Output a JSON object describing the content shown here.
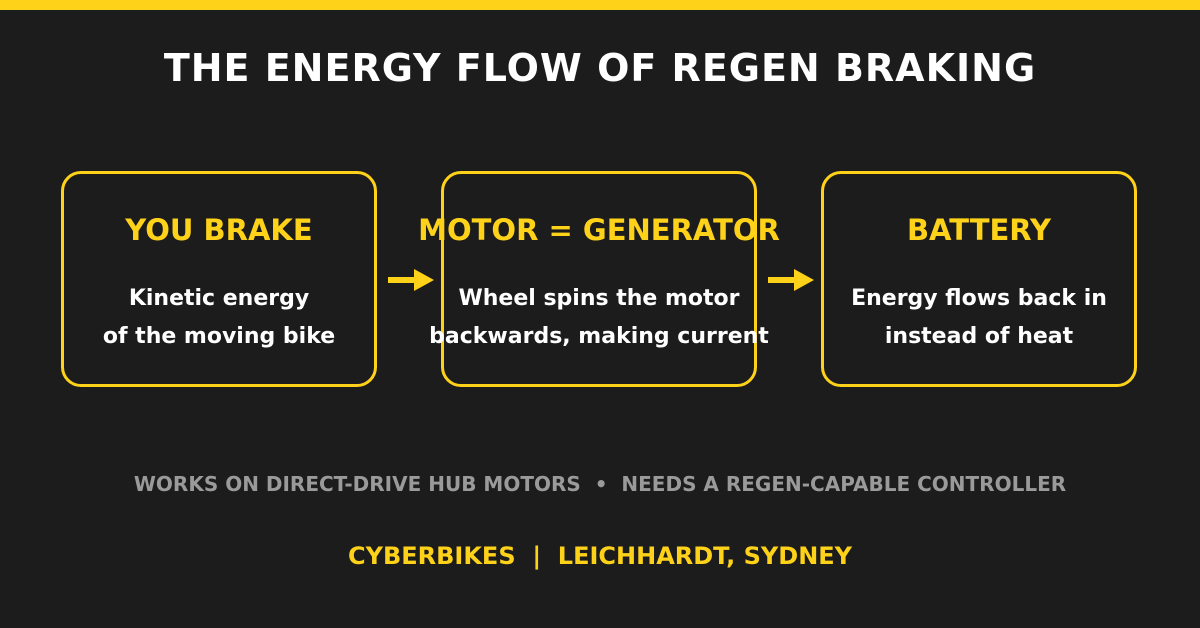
{
  "title": "THE ENERGY FLOW OF REGEN BRAKING",
  "steps": [
    {
      "heading": "YOU BRAKE",
      "body_lines": [
        "Kinetic energy",
        "of the moving bike"
      ]
    },
    {
      "heading": "MOTOR = GENERATOR",
      "body_lines": [
        "Wheel spins the motor",
        "backwards, making current"
      ]
    },
    {
      "heading": "BATTERY",
      "body_lines": [
        "Energy flows back in",
        "instead of heat"
      ]
    }
  ],
  "arrow_icon": "arrow-right-icon",
  "footnote": "WORKS ON DIRECT-DRIVE HUB MOTORS  •  NEEDS A REGEN-CAPABLE CONTROLLER",
  "brand_line": "CYBERBIKES  |  LEICHHARDT, SYDNEY",
  "colors": {
    "accent": "#ffd21a",
    "background": "#1c1c1c",
    "text": "#ffffff",
    "muted": "#9a9a9a"
  }
}
